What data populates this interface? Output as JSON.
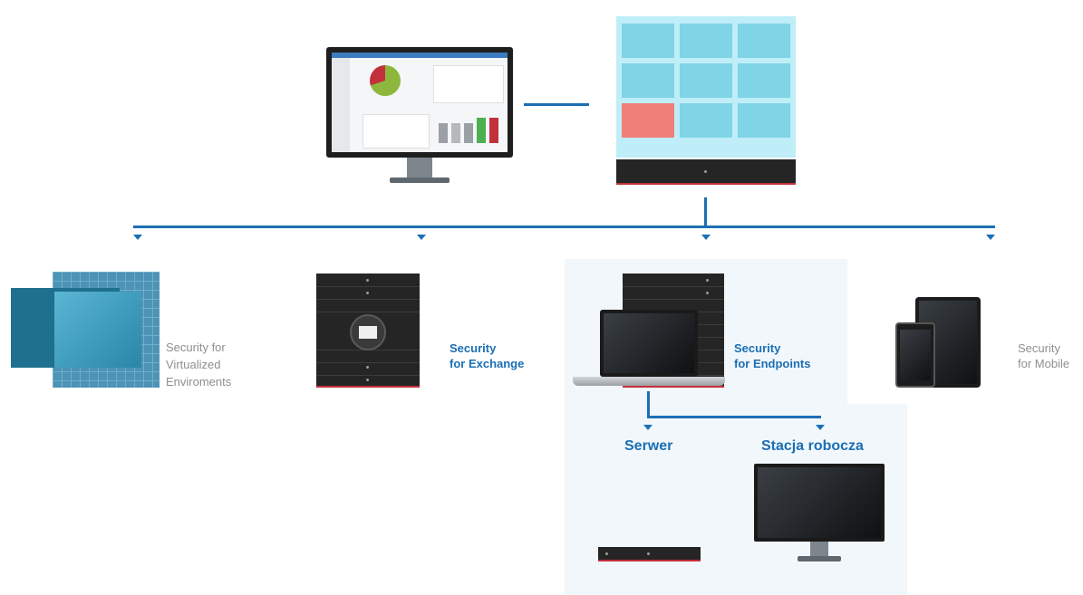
{
  "console": {
    "brand": ""
  },
  "products": {
    "virtualized": {
      "line1": "Security for",
      "line2": "Virtualized",
      "line3": "Enviroments"
    },
    "exchange": {
      "line1": "Security",
      "line2": "for Exchange"
    },
    "endpoints": {
      "line1": "Security",
      "line2": "for Endpoints"
    },
    "mobile": {
      "line1": "Security",
      "line2": "for Mobile"
    }
  },
  "endpoint_types": {
    "server": "Serwer",
    "workstation": "Stacja robocza"
  },
  "colors": {
    "connector": "#1b6fb5",
    "panel_bg": "#f2f7fb",
    "tile": "#7fd4e6",
    "tile_alert": "#f07f78",
    "accent_red": "#c2303b"
  },
  "icons": [
    "monitor-icon",
    "server-appliance-icon",
    "virtual-machine-icon",
    "mail-server-icon",
    "laptop-icon",
    "tablet-icon",
    "phone-icon",
    "rack-server-icon",
    "desktop-monitor-icon"
  ]
}
